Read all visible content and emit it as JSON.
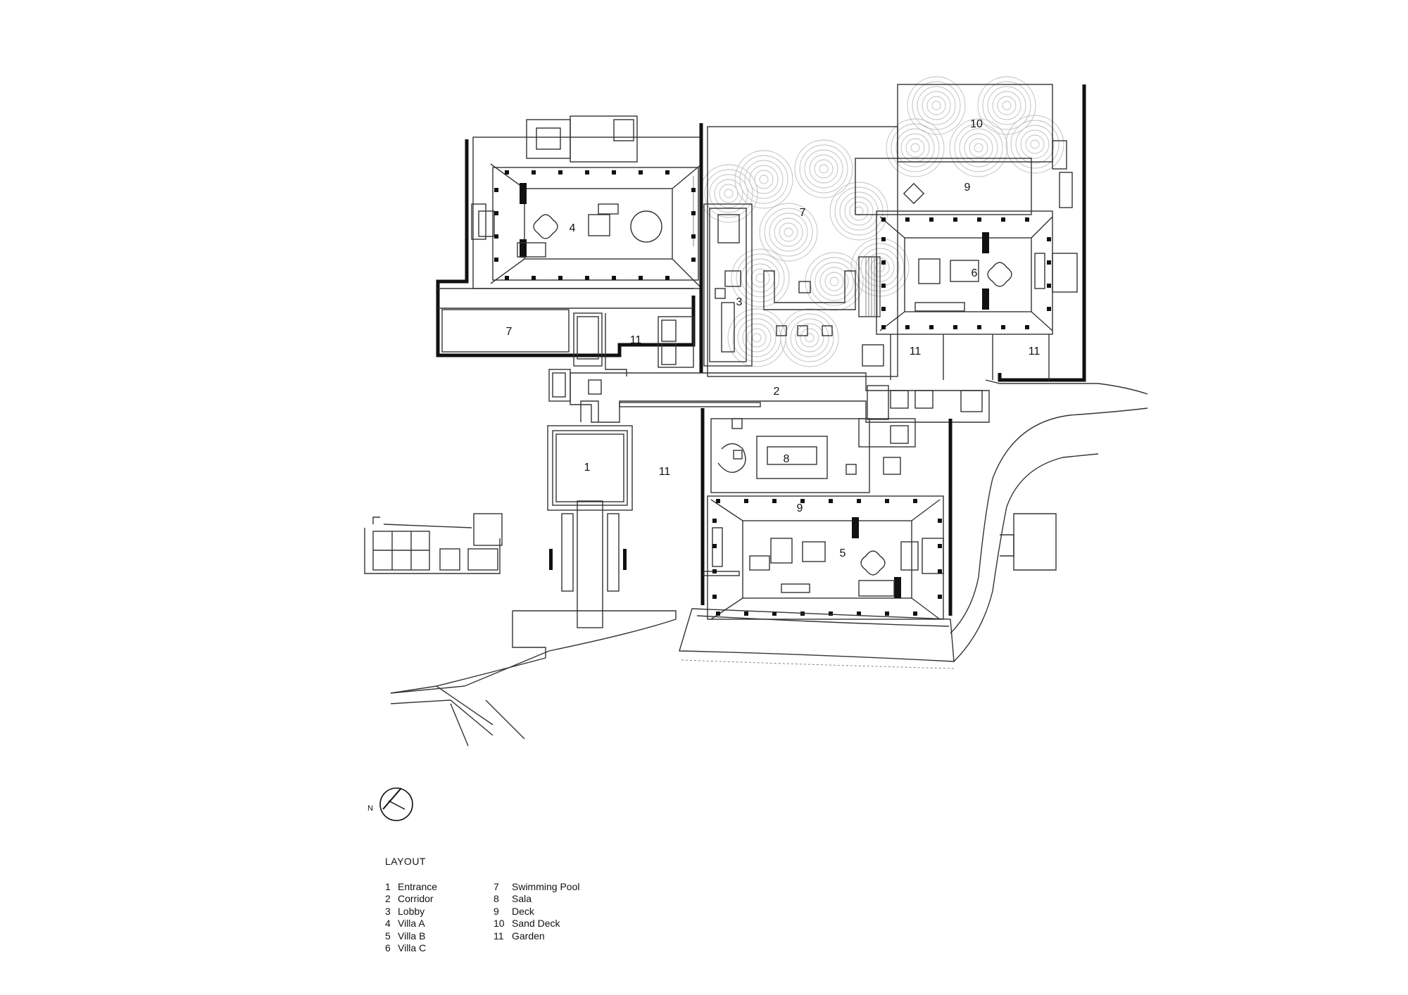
{
  "plan": {
    "room_labels": [
      {
        "id": "entrance",
        "text": "1"
      },
      {
        "id": "corridor",
        "text": "2"
      },
      {
        "id": "lobby",
        "text": "3"
      },
      {
        "id": "villa-a",
        "text": "4"
      },
      {
        "id": "villa-b",
        "text": "5"
      },
      {
        "id": "villa-c",
        "text": "6"
      },
      {
        "id": "pool-west",
        "text": "7"
      },
      {
        "id": "pool-main",
        "text": "7"
      },
      {
        "id": "sala",
        "text": "8"
      },
      {
        "id": "deck-north",
        "text": "9"
      },
      {
        "id": "deck-south",
        "text": "9"
      },
      {
        "id": "sand-deck",
        "text": "10"
      },
      {
        "id": "garden-1",
        "text": "11"
      },
      {
        "id": "garden-2",
        "text": "11"
      },
      {
        "id": "garden-3",
        "text": "11"
      },
      {
        "id": "garden-4",
        "text": "11"
      }
    ],
    "north_arrow": {
      "label": "N",
      "icon": "north-arrow-icon"
    }
  },
  "legend": {
    "title": "LAYOUT",
    "column1": [
      {
        "num": "1",
        "name": "Entrance"
      },
      {
        "num": "2",
        "name": "Corridor"
      },
      {
        "num": "3",
        "name": "Lobby"
      },
      {
        "num": "4",
        "name": "Villa A"
      },
      {
        "num": "5",
        "name": "Villa B"
      },
      {
        "num": "6",
        "name": "Villa C"
      }
    ],
    "column2": [
      {
        "num": "7",
        "name": "Swimming Pool"
      },
      {
        "num": "8",
        "name": "Sala"
      },
      {
        "num": "9",
        "name": "Deck"
      },
      {
        "num": "10",
        "name": "Sand Deck"
      },
      {
        "num": "11",
        "name": "Garden"
      }
    ]
  }
}
